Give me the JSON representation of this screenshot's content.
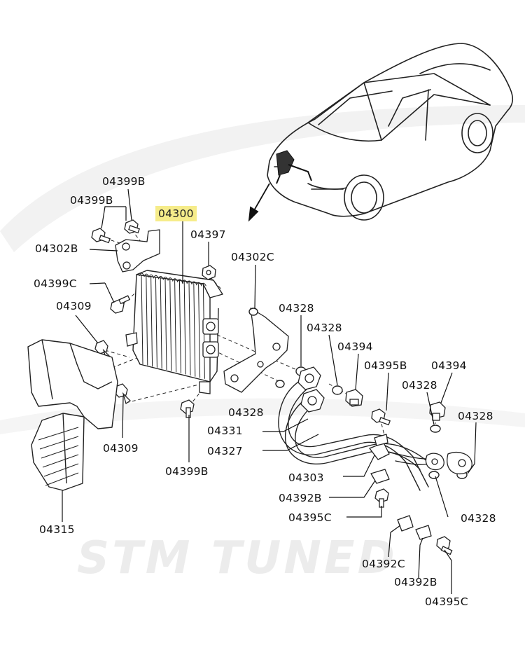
{
  "watermark": {
    "text": "STM TUNED"
  },
  "callouts": [
    {
      "id": "c1",
      "text": "04399B"
    },
    {
      "id": "c2",
      "text": "04399B"
    },
    {
      "id": "c3",
      "text": "04300",
      "highlighted": true,
      "highlight_color": "#f6ec8a"
    },
    {
      "id": "c4",
      "text": "04397"
    },
    {
      "id": "c5",
      "text": "04302B"
    },
    {
      "id": "c6",
      "text": "04302C"
    },
    {
      "id": "c7",
      "text": "04399C"
    },
    {
      "id": "c8",
      "text": "04309"
    },
    {
      "id": "c9",
      "text": "04328"
    },
    {
      "id": "c10",
      "text": "04328"
    },
    {
      "id": "c11",
      "text": "04394"
    },
    {
      "id": "c12",
      "text": "04395B"
    },
    {
      "id": "c13",
      "text": "04394"
    },
    {
      "id": "c14",
      "text": "04328"
    },
    {
      "id": "c15",
      "text": "04328"
    },
    {
      "id": "c16",
      "text": "04328"
    },
    {
      "id": "c17",
      "text": "04331"
    },
    {
      "id": "c18",
      "text": "04327"
    },
    {
      "id": "c19",
      "text": "04309"
    },
    {
      "id": "c20",
      "text": "04399B"
    },
    {
      "id": "c21",
      "text": "04303"
    },
    {
      "id": "c22",
      "text": "04392B"
    },
    {
      "id": "c23",
      "text": "04395C"
    },
    {
      "id": "c24",
      "text": "04328"
    },
    {
      "id": "c25",
      "text": "04315"
    },
    {
      "id": "c26",
      "text": "04392C"
    },
    {
      "id": "c27",
      "text": "04392B"
    },
    {
      "id": "c28",
      "text": "04395C"
    }
  ]
}
